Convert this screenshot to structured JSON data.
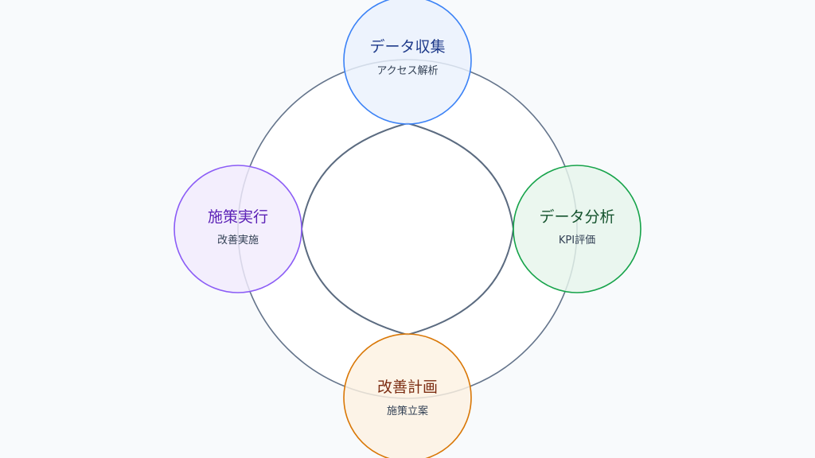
{
  "diagram": {
    "nodes": [
      {
        "id": "collect",
        "title": "データ収集",
        "subtitle": "アクセス解析",
        "stroke": "#3b82f6",
        "fill": "#eaf2fd",
        "text_color": "#1e3a8a"
      },
      {
        "id": "analyze",
        "title": "データ分析",
        "subtitle": "KPI評価",
        "stroke": "#16a34a",
        "fill": "#e6f5ec",
        "text_color": "#14532d"
      },
      {
        "id": "plan",
        "title": "改善計画",
        "subtitle": "施策立案",
        "stroke": "#d97706",
        "fill": "#fcf1e2",
        "text_color": "#7c2d12"
      },
      {
        "id": "execute",
        "title": "施策実行",
        "subtitle": "改善実施",
        "stroke": "#8b5cf6",
        "fill": "#f1ecfd",
        "text_color": "#5b21b6"
      }
    ],
    "ring_color": "#64748b",
    "inner_color": "#5b6b80"
  }
}
